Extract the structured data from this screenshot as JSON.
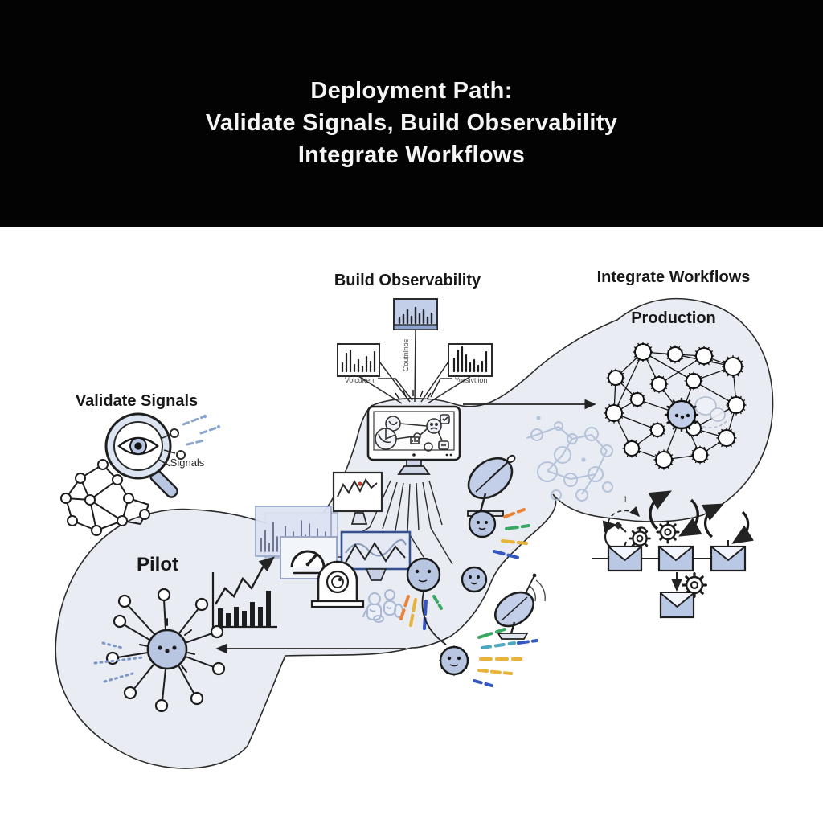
{
  "header": {
    "line1": "Deployment Path:",
    "line2": "Validate Signals, Build Observability",
    "line3": "Integrate Workflows"
  },
  "stages": {
    "validate": {
      "label": "Validate Signals",
      "signals_label": "Signals"
    },
    "observability": {
      "label": "Build Observability",
      "chart_label_left": "Volcuken",
      "chart_label_right": "Yorsivtlion",
      "routing_label": "Coutnlnos"
    },
    "workflows": {
      "label": "Integrate Workflows",
      "loop_badge": "1"
    },
    "production": {
      "label": "Production"
    },
    "pilot": {
      "label": "Pilot"
    }
  },
  "colors": {
    "header_bg": "#030303",
    "header_text": "#f5f5f5",
    "path_blob_fill": "#e9ecf3",
    "outline": "#232323",
    "icon_blue": "#b9c6e2",
    "panel_blue": "#c3cfe8",
    "faint_doodle_blue": "#9fb0d2",
    "dash_orange": "#e8833a",
    "dash_green": "#39a864",
    "dash_yellow": "#e8b33a",
    "dash_blue": "#3356c0",
    "dash_teal": "#4aa8c0",
    "alert_red": "#c0392b"
  }
}
